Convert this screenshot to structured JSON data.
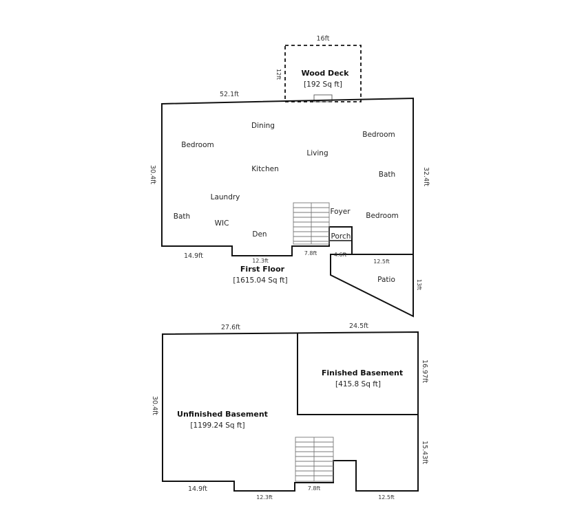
{
  "wood_deck": {
    "title": "Wood Deck",
    "area": "[192 Sq ft]",
    "dim_width": "16ft",
    "dim_height": "12ft"
  },
  "first_floor": {
    "title": "First Floor",
    "area": "[1615.04 Sq ft]",
    "rooms": {
      "dining": "Dining",
      "bedroom_left": "Bedroom",
      "bedroom_right_top": "Bedroom",
      "living": "Living",
      "kitchen": "Kitchen",
      "bath_right": "Bath",
      "laundry": "Laundry",
      "foyer": "Foyer",
      "bath_left": "Bath",
      "wic": "WIC",
      "bedroom_right_bottom": "Bedroom",
      "den": "Den",
      "porch": "Porch",
      "patio": "Patio"
    },
    "dims": {
      "top": "52.1ft",
      "left": "30.4ft",
      "right": "32.4ft",
      "bottom_left": "14.9ft",
      "bottom_mid": "12.3ft",
      "bottom_stair": "7.8ft",
      "bottom_porch": "4.6ft",
      "bottom_right": "12.5ft",
      "patio_side": "13ft"
    }
  },
  "unfinished_basement": {
    "title": "Unfinished Basement",
    "area": "[1199.24 Sq ft]",
    "dims": {
      "top": "27.6ft",
      "left": "30.4ft",
      "bottom_left": "14.9ft",
      "bottom_mid": "12.3ft",
      "bottom_stair": "7.8ft",
      "bottom_right": "12.5ft",
      "right_lower": "15.43ft"
    }
  },
  "finished_basement": {
    "title": "Finished Basement",
    "area": "[415.8 Sq ft]",
    "dims": {
      "top": "24.5ft",
      "right": "16.97ft"
    }
  }
}
